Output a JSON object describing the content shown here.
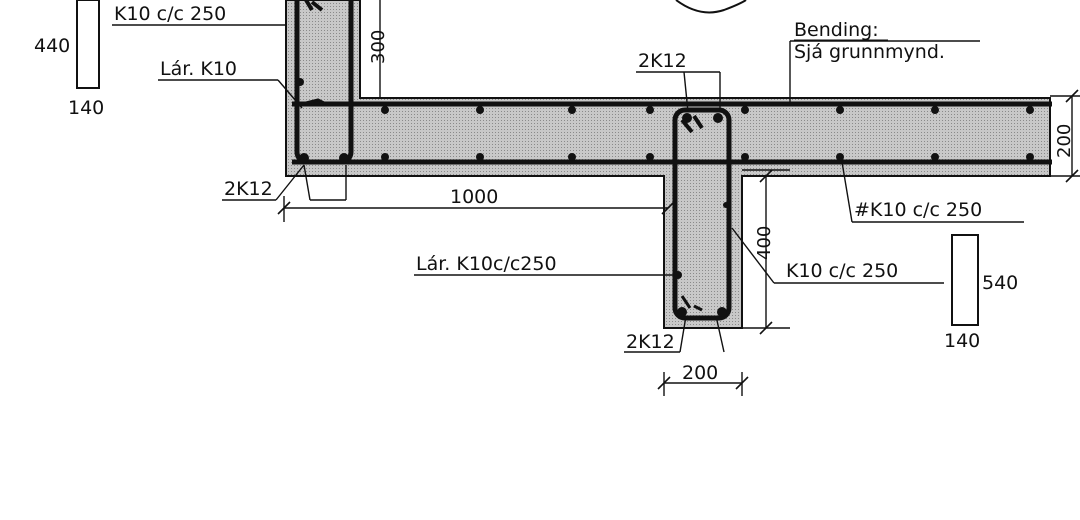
{
  "labels": {
    "stirrup_top_left": "K10 c/c 250",
    "width_440": "440",
    "lar_k10": "Lár. K10",
    "width_140_left": "140",
    "dim_300": "300",
    "bar_2k12_top": "2K12",
    "bending_title": "Bending:",
    "bending_note": "Sjá grunnmynd.",
    "dim_200_right": "200",
    "bar_2k12_left": "2K12",
    "dim_1000": "1000",
    "mesh_k10": "#K10 c/c 250",
    "dim_400": "400",
    "lar_k10c250": "Lár. K10c/c250",
    "stirrup_k10_right": "K10 c/c 250",
    "width_540": "540",
    "width_140_right": "140",
    "bar_2k12_bottom": "2K12",
    "dim_200_bottom": "200"
  },
  "colors": {
    "concrete": "#d2d2d2",
    "line": "#111111"
  }
}
